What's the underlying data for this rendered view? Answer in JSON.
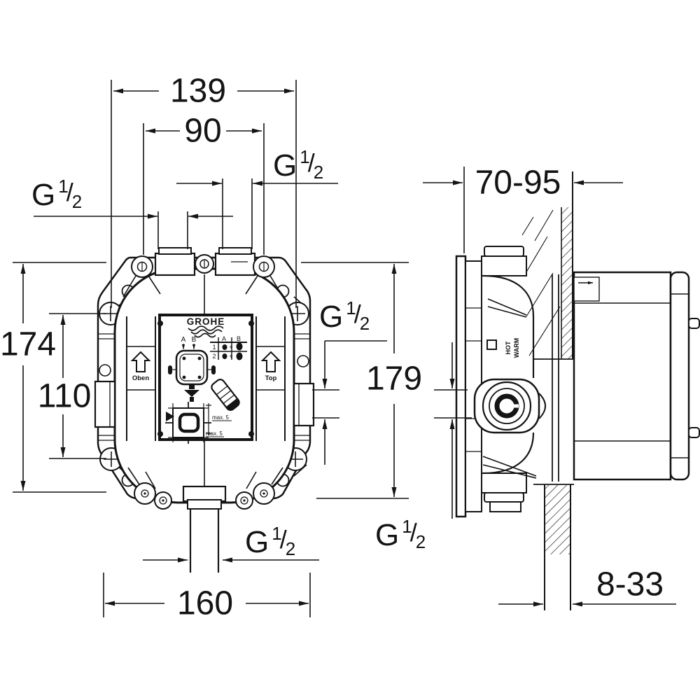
{
  "dims": {
    "top_width": "139",
    "port_spacing": "90",
    "left_height": "174",
    "screw_spacing": "110",
    "bottom_width": "160",
    "right_height": "179",
    "depth_range": "70-95",
    "finish_depth_range": "8-33"
  },
  "thread": {
    "letter": "G",
    "numerator": "1",
    "slash": "/",
    "denominator": "2"
  },
  "front_view": {
    "brand": "GROHE",
    "orientation_left": "Oben",
    "orientation_right": "Top",
    "cartridge": {
      "a": "A",
      "b": "B"
    },
    "table": {
      "col_a": "A",
      "col_b": "B",
      "row1": "1",
      "row2": "2",
      "plus1": "+",
      "plus2": "+"
    },
    "max_note1": "max. 5",
    "max_note2": "max. 5"
  },
  "side_view": {
    "hot": "HOT",
    "warm": "WARM"
  }
}
